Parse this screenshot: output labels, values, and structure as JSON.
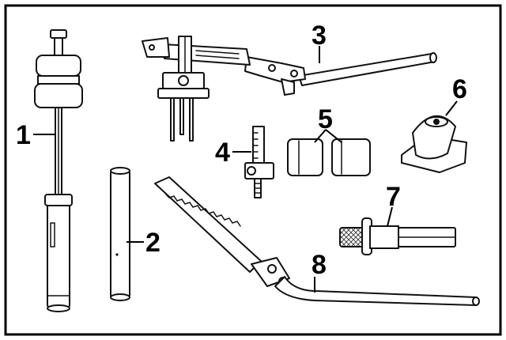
{
  "parts": [
    {
      "id": "part-1",
      "label": "1"
    },
    {
      "id": "part-2",
      "label": "2"
    },
    {
      "id": "part-3",
      "label": "3"
    },
    {
      "id": "part-4",
      "label": "4"
    },
    {
      "id": "part-5",
      "label": "5"
    },
    {
      "id": "part-6",
      "label": "6"
    },
    {
      "id": "part-7",
      "label": "7"
    },
    {
      "id": "part-8",
      "label": "8"
    }
  ]
}
